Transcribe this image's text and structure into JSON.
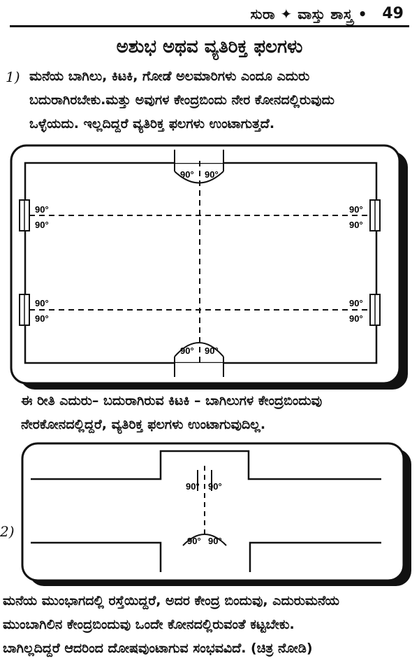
{
  "header": {
    "title": "ಸುರಾ ✦ ವಾಸ್ತು ಶಾಸ್ತ್ರ •",
    "page_number": "49"
  },
  "heading": "ಅಶುಭ ಅಥವ ವ್ಯತಿರಿಕ್ತ ಫಲಗಳು",
  "item1": {
    "number": "1)",
    "lines": [
      "ಮನೆಯ ಬಾಗಿಲು, ಕಿಟಕಿ, ಗೋಡೆ ಅಲಮಾರಿಗಳು ಎಂದೂ ಎದುರು",
      "ಬದುರಾಗಿರಬೇಕು.ಮತ್ತು ಅವುಗಳ ಕೇಂದ್ರಬಿಂದು ನೇರ ಕೋನದಲ್ಲಿರುವುದು",
      "ಒಳ್ಳೆಯದು. ಇಲ್ಲದಿದ್ದರೆ ವ್ಯತಿರಿಕ್ತ ಫಲಗಳು ಉಂಟಾಗುತ್ತದೆ."
    ]
  },
  "figure1": {
    "angle_label": "90°"
  },
  "caption1": [
    "ಈ ರೀತಿ ಎದುರು– ಬದುರಾಗಿರುವ ಕಿಟಕಿ – ಬಾಗಿಲುಗಳ ಕೇಂದ್ರಬಿಂದುವು",
    "ನೇರಕೋನದಲ್ಲಿದ್ದರೆ, ವ್ಯತಿರಿಕ್ತ ಫಲಗಳು ಉಂಟಾಗುವುದಿಲ್ಲ."
  ],
  "item2": {
    "number": "2)"
  },
  "figure2": {
    "angle_label": "90°"
  },
  "caption2": [
    "ಮನೆಯ ಮುಂಭಾಗದಲ್ಲಿ ರಸ್ತೆಯಿದ್ದರೆ, ಅದರ ಕೇಂದ್ರ ಬಿಂದುವು, ಎದುರುಮನೆಯ",
    "ಮುಂಬಾಗಿಲಿನ ಕೇಂದ್ರಬಿಂದುವು ಒಂದೇ ಕೋನದಲ್ಲಿರುವಂತೆ ಕಟ್ಟಬೇಕು.",
    "ಬಾಗಿಲ್ಲದಿದ್ದರೆ ಆದರಿಂದ ದೋಷವುಂಟಾಗುವ ಸಂಭವವಿದೆ. (ಚಿತ್ರ ನೋಡಿ)"
  ]
}
